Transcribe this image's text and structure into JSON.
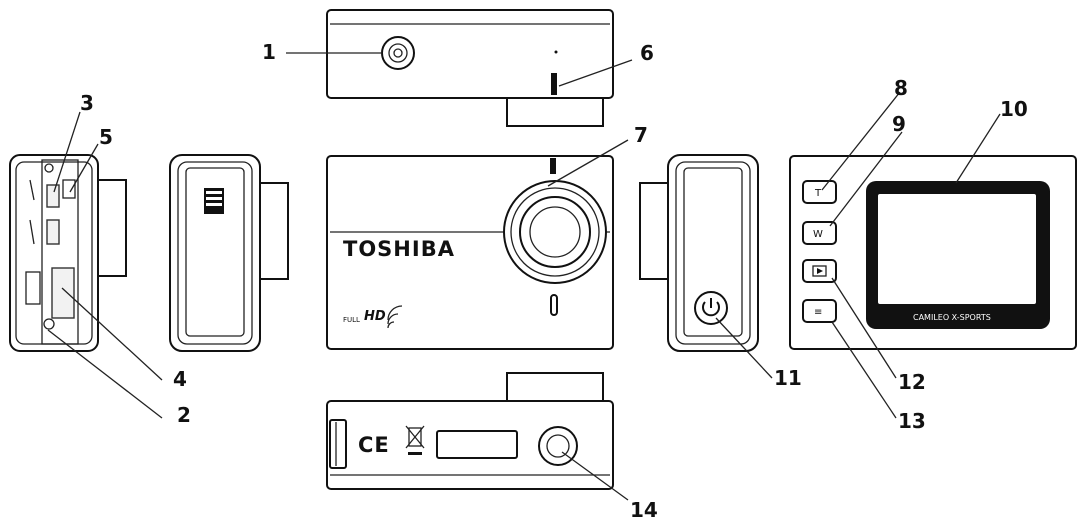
{
  "diagram": {
    "brand_text": "TOSHIBA",
    "screen_caption": "CAMILEO X-SPORTS",
    "full_hd_small": "FULL",
    "full_hd_big": "HD",
    "button_labels": {
      "t": "T",
      "w": "W",
      "menu": "≡"
    },
    "ce_mark": "CE",
    "callouts": {
      "c1": "1",
      "c2": "2",
      "c3": "3",
      "c4": "4",
      "c5": "5",
      "c6": "6",
      "c7": "7",
      "c8": "8",
      "c9": "9",
      "c10": "10",
      "c11": "11",
      "c12": "12",
      "c13": "13",
      "c14": "14"
    }
  }
}
